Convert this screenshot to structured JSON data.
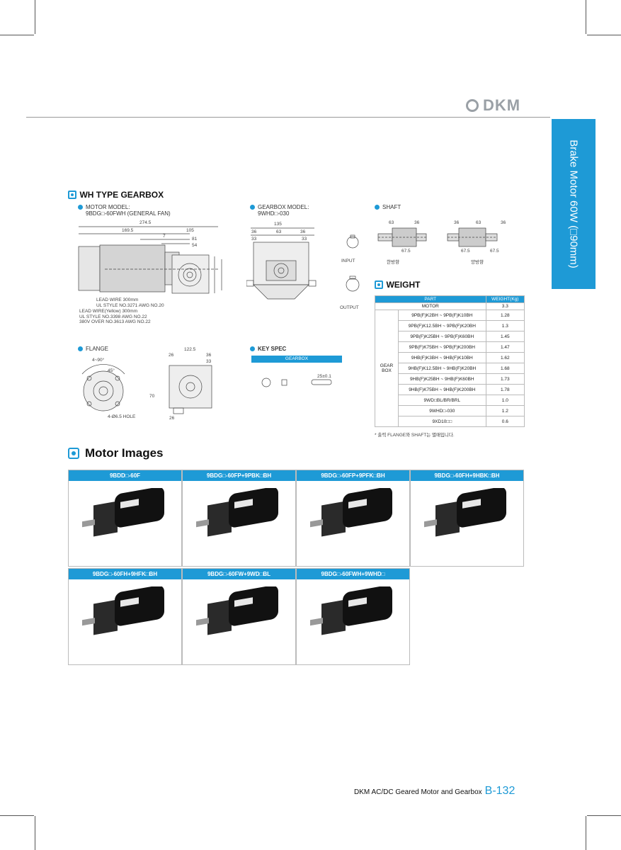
{
  "brand": {
    "name": "DKM"
  },
  "side_tab": {
    "label": "Brake Motor 60W (□90mm)"
  },
  "wh_gearbox": {
    "title": "WH TYPE GEARBOX",
    "motor_model_label": "MOTOR MODEL:",
    "motor_model_value": "9BDG□-60FWH (GENERAL FAN)",
    "gearbox_model_label": "GEARBOX MODEL:",
    "gearbox_model_value": "9WHD□-030",
    "shaft_label": "SHAFT",
    "input_label": "INPUT",
    "output_label": "OUTPUT",
    "one_side": "한방향",
    "two_side": "양방향",
    "lead_wire_1": "LEAD WIRE 300mm",
    "lead_wire_2": "UL STYLE NO.3271 AWG NO.20",
    "lead_wire_3": "LEAD WIRE(Yellow) 300mm",
    "lead_wire_4": "UL STYLE NO.3398 AWG NO.22",
    "lead_wire_5": "380V OVER NO.3613 AWG NO.22",
    "dims": {
      "d274": "274.5",
      "d169": "169.5",
      "d105": "105",
      "d7": "7",
      "d81": "81",
      "d54": "54",
      "d135": "135",
      "d36a": "36",
      "d63": "63",
      "d36b": "36",
      "d33a": "33",
      "d33b": "33",
      "s63": "63",
      "s36": "36",
      "s36b": "36",
      "s63b": "63",
      "s36c": "36",
      "s675": "67.5",
      "s675b": "67.5",
      "s675c": "67.5"
    }
  },
  "flange": {
    "label": "FLANGE",
    "angle_1": "4~90°",
    "angle_2": "45°",
    "hole": "4-Ø6.5 HOLE",
    "d1225": "122.5",
    "d26": "26",
    "d36": "36",
    "d33": "33",
    "d70": "70",
    "d26b": "26"
  },
  "key_spec": {
    "label": "KEY SPEC",
    "gearbox_header": "GEARBOX",
    "key_len": "25±0.1"
  },
  "weight": {
    "title": "WEIGHT",
    "col_part": "PART",
    "col_weight": "WEIGHT(Kg)",
    "group_label_1": "GEAR",
    "group_label_2": "BOX",
    "motor_row": {
      "part": "MOTOR",
      "weight": "3.3"
    },
    "rows": [
      {
        "part": "9PB(F)K2BH ~ 9PB(F)K10BH",
        "weight": "1.28"
      },
      {
        "part": "9PB(F)K12.5BH ~ 9PB(F)K20BH",
        "weight": "1.3"
      },
      {
        "part": "9PB(F)K25BH ~ 9PB(F)K60BH",
        "weight": "1.45"
      },
      {
        "part": "9PB(F)K75BH ~ 9PB(F)K200BH",
        "weight": "1.47"
      },
      {
        "part": "9HB(F)K3BH ~ 9HB(F)K10BH",
        "weight": "1.62"
      },
      {
        "part": "9HB(F)K12.5BH ~ 9HB(F)K20BH",
        "weight": "1.68"
      },
      {
        "part": "9HB(F)K25BH ~ 9HB(F)K60BH",
        "weight": "1.73"
      },
      {
        "part": "9HB(F)K75BH ~ 9HB(F)K200BH",
        "weight": "1.78"
      },
      {
        "part": "9WD□BL/BR/BRL",
        "weight": "1.0"
      },
      {
        "part": "9WHD□-030",
        "weight": "1.2"
      },
      {
        "part": "9XD10□□",
        "weight": "0.6"
      }
    ],
    "note": "* 출력 FLANGE와 SHAFT는 별매입니다."
  },
  "motor_images": {
    "title": "Motor Images",
    "cards": [
      {
        "label": "9BDD□-60F"
      },
      {
        "label": "9BDG□-60FP+9PBK□BH"
      },
      {
        "label": "9BDG□-60FP+9PFK□BH"
      },
      {
        "label": "9BDG□-60FH+9HBK□BH"
      },
      {
        "label": "9BDG□-60FH+9HFK□BH"
      },
      {
        "label": "9BDG□-60FW+9WD□BL"
      },
      {
        "label": "9BDG□-60FWH+9WHD□"
      }
    ]
  },
  "footer": {
    "text": "DKM AC/DC Geared Motor and Gearbox",
    "page": "B-132"
  },
  "colors": {
    "accent": "#1e9ad6"
  }
}
